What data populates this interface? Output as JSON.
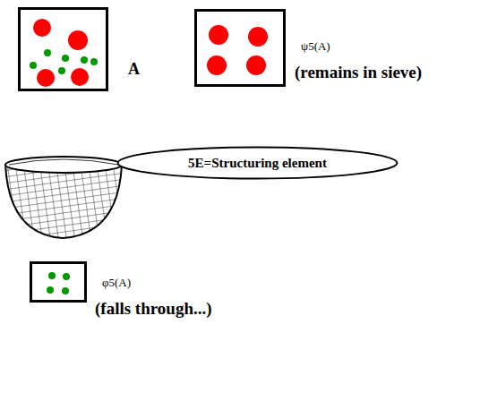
{
  "diagram": {
    "nodes": [
      {
        "text": [
          "A"
        ]
      },
      {
        "text": [
          "ψ5(A)",
          "(remains in sieve)"
        ]
      },
      {
        "text": [
          "5E=Structuring element"
        ]
      },
      {
        "text": [
          "φ5(A)",
          "(falls through...)"
        ]
      }
    ]
  }
}
